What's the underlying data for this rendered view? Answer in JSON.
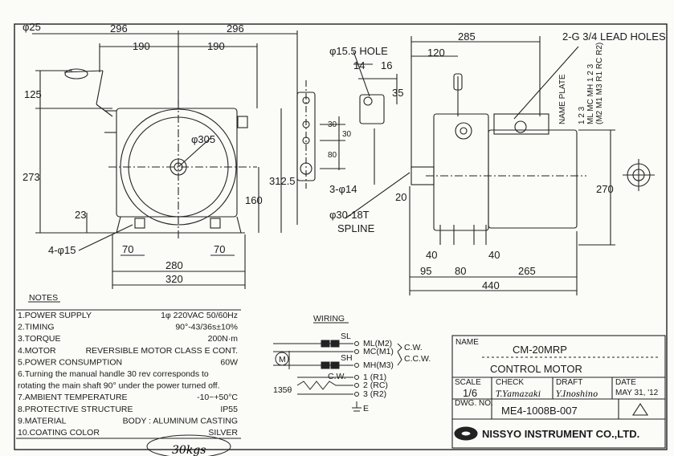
{
  "dimensions": {
    "handle_dia": "φ25",
    "half_width_left": "296",
    "half_width_right": "296",
    "base_half_left": "190",
    "base_half_right": "190",
    "handle_height": "125",
    "overall_height": "273",
    "body_dia": "φ305",
    "height_312": "312.5",
    "shaft_height": "160",
    "foot_thickness": "23",
    "foot_holes": "4-φ15",
    "foot_70_left": "70",
    "foot_70_right": "70",
    "base_280": "280",
    "base_320": "320",
    "hole_15_5": "φ15.5 HOLE",
    "dim_14": "14",
    "dim_16": "16",
    "dim_35": "35",
    "dim_30": "30",
    "dim_30b": "30",
    "dim_80": "80",
    "holes_3": "3-φ14",
    "spline_dia": "φ30-18T",
    "spline": "SPLINE",
    "dim_20": "20",
    "side_285": "285",
    "side_120": "120",
    "lead_holes": "2-G 3/4 LEAD HOLES",
    "side_270": "270",
    "side_40a": "40",
    "side_40b": "40",
    "side_95": "95",
    "side_80": "80",
    "side_265": "265",
    "side_440": "440"
  },
  "name_plate": {
    "label": "NAME PLATE",
    "row1": "1  2  3",
    "row2": "ML MC MH  1  2  3",
    "row3": "(M2 M1 M3 R1 RC R2)"
  },
  "notes": {
    "heading": "NOTES",
    "items": [
      {
        "label": "1.POWER SUPPLY",
        "value": "1φ 220VAC  50/60Hz"
      },
      {
        "label": "2.TIMING",
        "value": "90°-43/36s±10%"
      },
      {
        "label": "3.TORQUE",
        "value": "200N·m"
      },
      {
        "label": "4.MOTOR",
        "value": "REVERSIBLE MOTOR  CLASS E  CONT."
      },
      {
        "label": "5.POWER CONSUMPTION",
        "value": "60W"
      },
      {
        "label": "6.Turning the manual handle 30 rev corresponds to",
        "value": ""
      },
      {
        "label": "rotating the main shaft 90° under the power turned off.",
        "value": ""
      },
      {
        "label": "7.AMBIENT TEMPERATURE",
        "value": "-10~+50°C"
      },
      {
        "label": "8.PROTECTIVE STRUCTURE",
        "value": "IP55"
      },
      {
        "label": "9.MATERIAL",
        "value": "BODY : ALUMINUM CASTING"
      },
      {
        "label": "10.COATING COLOR",
        "value": "SILVER"
      }
    ],
    "handwritten": "30kgs"
  },
  "wiring": {
    "heading": "WIRING",
    "sl": "SL",
    "sh": "SH",
    "m": "M",
    "t1": "ML(M2)",
    "t2": "MC(M1)",
    "t3": "MH(M3)",
    "cw": "C.W.",
    "ccw": "C.C.W.",
    "r1": "1 (R1)",
    "r2": "2 (RC)",
    "r3": "3 (R2)",
    "pot_cw": "C.W.",
    "angle": "135θ",
    "earth": "E"
  },
  "title_block": {
    "name_label": "NAME",
    "model": "CM-20MRP",
    "title": "CONTROL MOTOR",
    "scale_label": "SCALE",
    "scale": "1/6",
    "check_label": "CHECK",
    "check_sign": "T.Yamazaki",
    "draft_label": "DRAFT",
    "draft_sign": "Y.Inoshino",
    "date_label": "DATE",
    "date": "MAY 31, '12",
    "dwg_label": "DWG. NO.",
    "dwg_no": "ME4-1008B-007",
    "company": "NISSYO INSTRUMENT CO.,LTD."
  }
}
